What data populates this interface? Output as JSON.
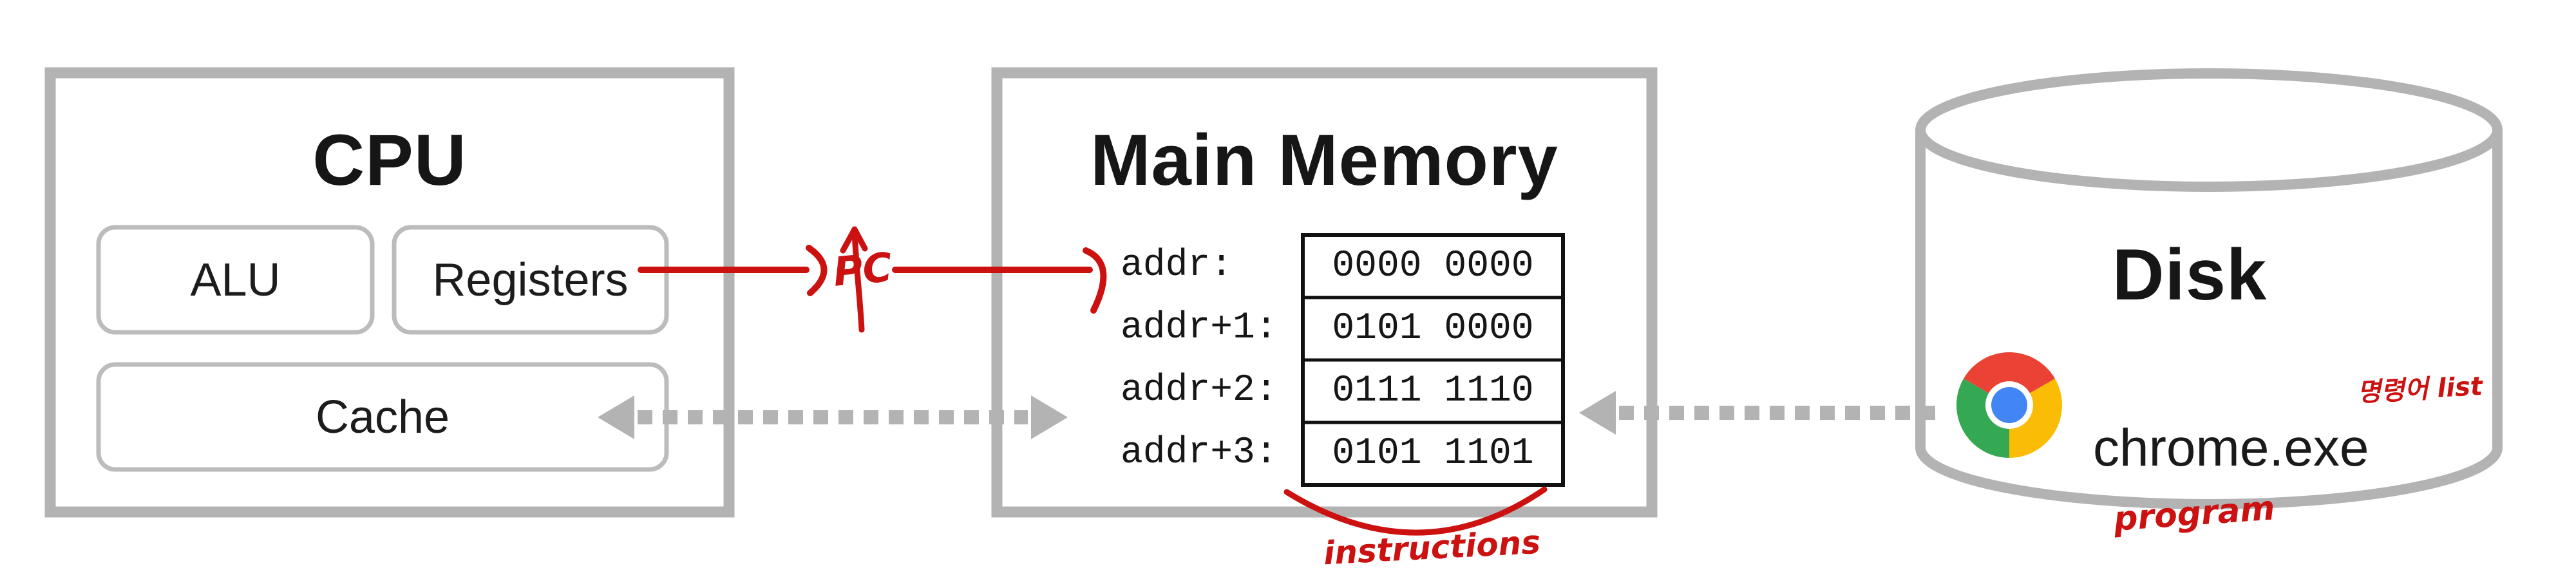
{
  "cpu": {
    "title": "CPU",
    "alu_label": "ALU",
    "registers_label": "Registers",
    "cache_label": "Cache"
  },
  "memory": {
    "title": "Main Memory",
    "rows": [
      {
        "label": "addr:",
        "value": "0000 0000"
      },
      {
        "label": "addr+1:",
        "value": "0101 0000"
      },
      {
        "label": "addr+2:",
        "value": "0111 1110"
      },
      {
        "label": "addr+3:",
        "value": "0101 1101"
      }
    ]
  },
  "disk": {
    "title": "Disk",
    "file_label": "chrome.exe"
  },
  "annotations": {
    "pc": "PC",
    "instructions": "instructions",
    "program": "program",
    "korean_list": "명령어 list"
  },
  "icons": {
    "chrome": "chrome-logo-icon",
    "cache_memory_arrow": "double-headed-dotted-arrow-icon",
    "memory_disk_arrow": "left-dotted-arrow-icon",
    "pc_arrow": "red-annotation-arrow-icon"
  },
  "colors": {
    "box_border_gray": "#b3b3b3",
    "inner_box_border_gray": "#bcbcbc",
    "table_border_black": "#111111",
    "annotation_red": "#cc1111",
    "text_black": "#161616",
    "chrome_red": "#EA4335",
    "chrome_yellow": "#FBBC05",
    "chrome_green": "#34A853",
    "chrome_blue": "#4285F4"
  }
}
